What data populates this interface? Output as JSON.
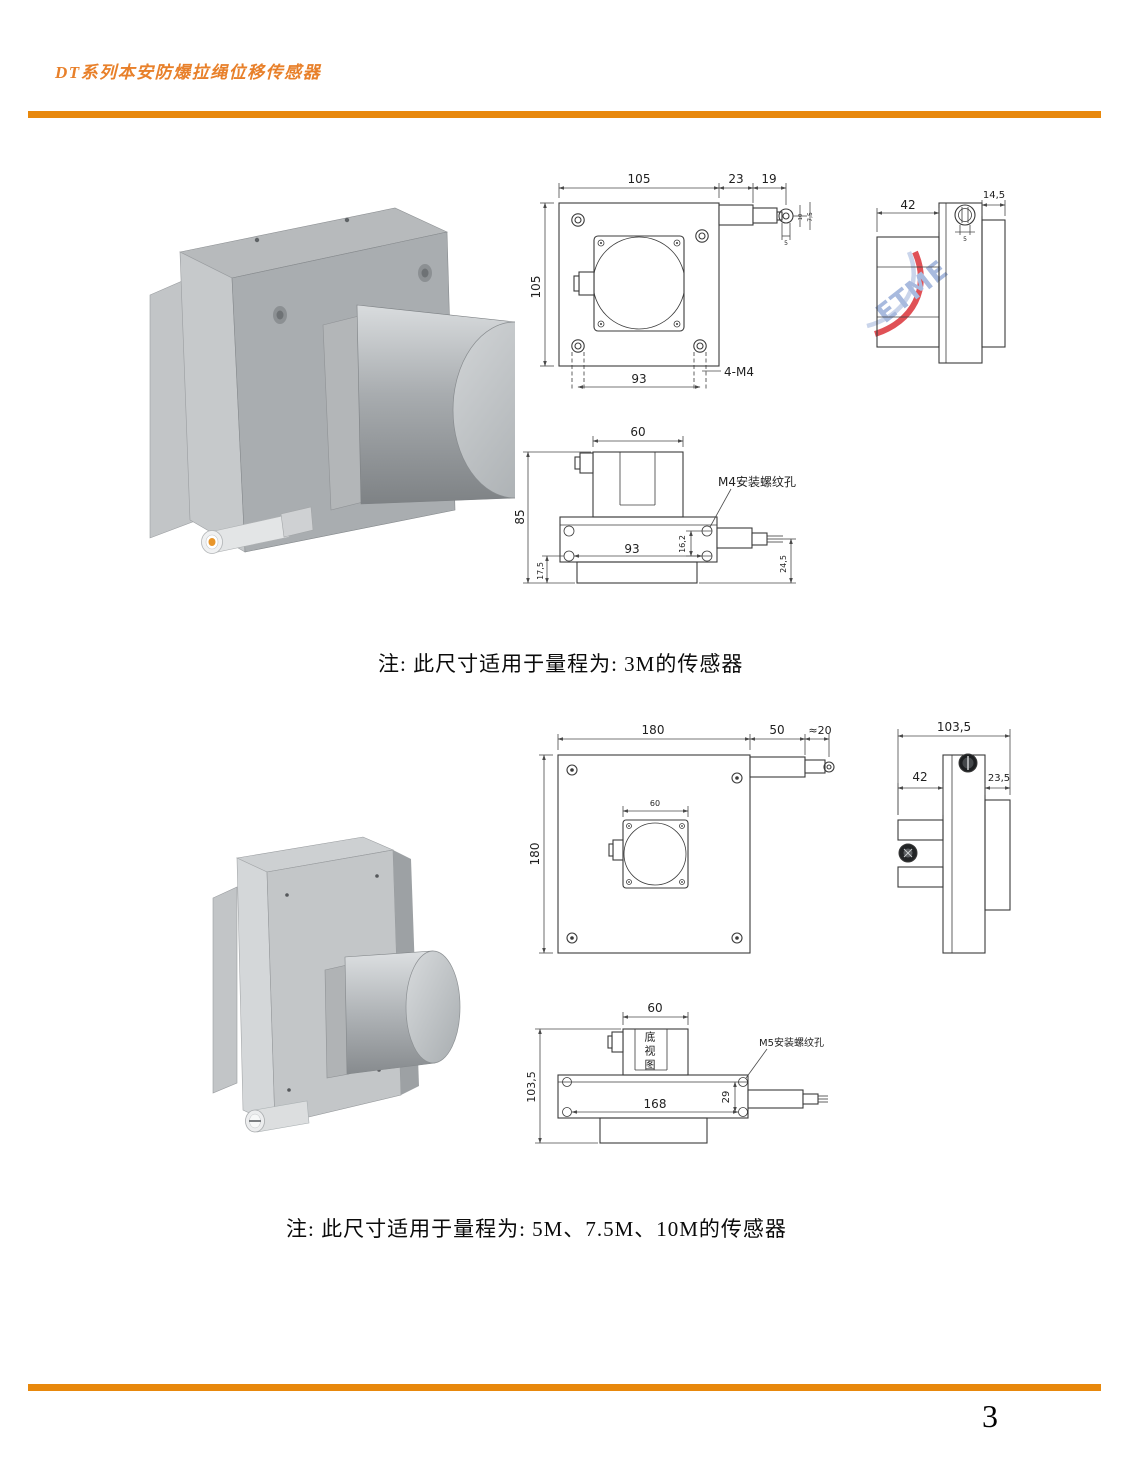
{
  "header": {
    "title": "DT系列本安防爆拉绳位移传感器",
    "accent_color": "#E8880C"
  },
  "footer": {
    "page_number": "3"
  },
  "brand_watermark": "ETME",
  "drawing1": {
    "front": {
      "width": "105",
      "cable_len1": "23",
      "cable_len2": "19",
      "height": "105",
      "hole_spacing": "93",
      "hole_label": "4-M4",
      "tiny_a": "7,5",
      "tiny_b": "10",
      "tiny_c": "5"
    },
    "side": {
      "depth": "42",
      "flange": "14,5",
      "screw": "5"
    },
    "bottom": {
      "drum_width": "60",
      "height": "85",
      "hole_spacing": "93",
      "hole_offset": "16,2",
      "edge_offset": "17,5",
      "cable_offset": "24,5",
      "hole_label": "M4安装螺纹孔"
    },
    "note": "注: 此尺寸适用于量程为: 3M的传感器"
  },
  "drawing2": {
    "front": {
      "width": "180",
      "cable_len1": "50",
      "cable_len2": "≈20",
      "height": "180",
      "inner_width": "60"
    },
    "side": {
      "total": "103,5",
      "depth": "42",
      "flange": "23,5"
    },
    "bottom": {
      "drum_width": "60",
      "height": "103,5",
      "hole_spacing": "168",
      "hole_offset": "29",
      "view_label": "底视图",
      "hole_label": "M5安装螺纹孔"
    },
    "note": "注: 此尺寸适用于量程为: 5M、7.5M、10M的传感器"
  }
}
